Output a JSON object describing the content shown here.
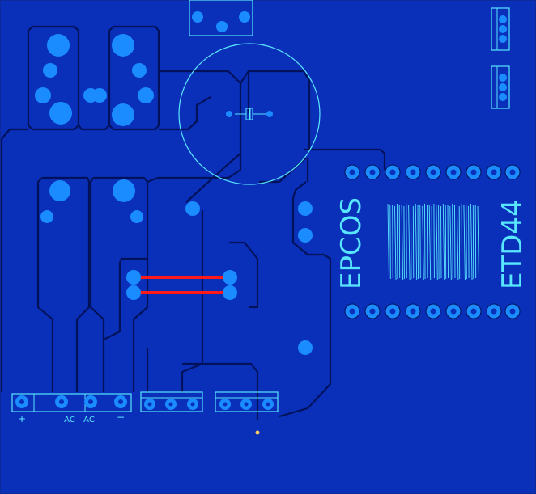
{
  "board": {
    "background_color": "#0a2fb8",
    "trace_color": "#02125a",
    "pad_color": "#1a8cff",
    "silk_color": "#58e6ff",
    "jumper_color": "#ff1a1a",
    "marker_color": "#ffcc66"
  },
  "transformer": {
    "brand": "EPCOS",
    "core": "ETD44"
  },
  "labels": {
    "plus": "+",
    "ac1": "AC",
    "ac2": "AC",
    "minus": "−"
  }
}
